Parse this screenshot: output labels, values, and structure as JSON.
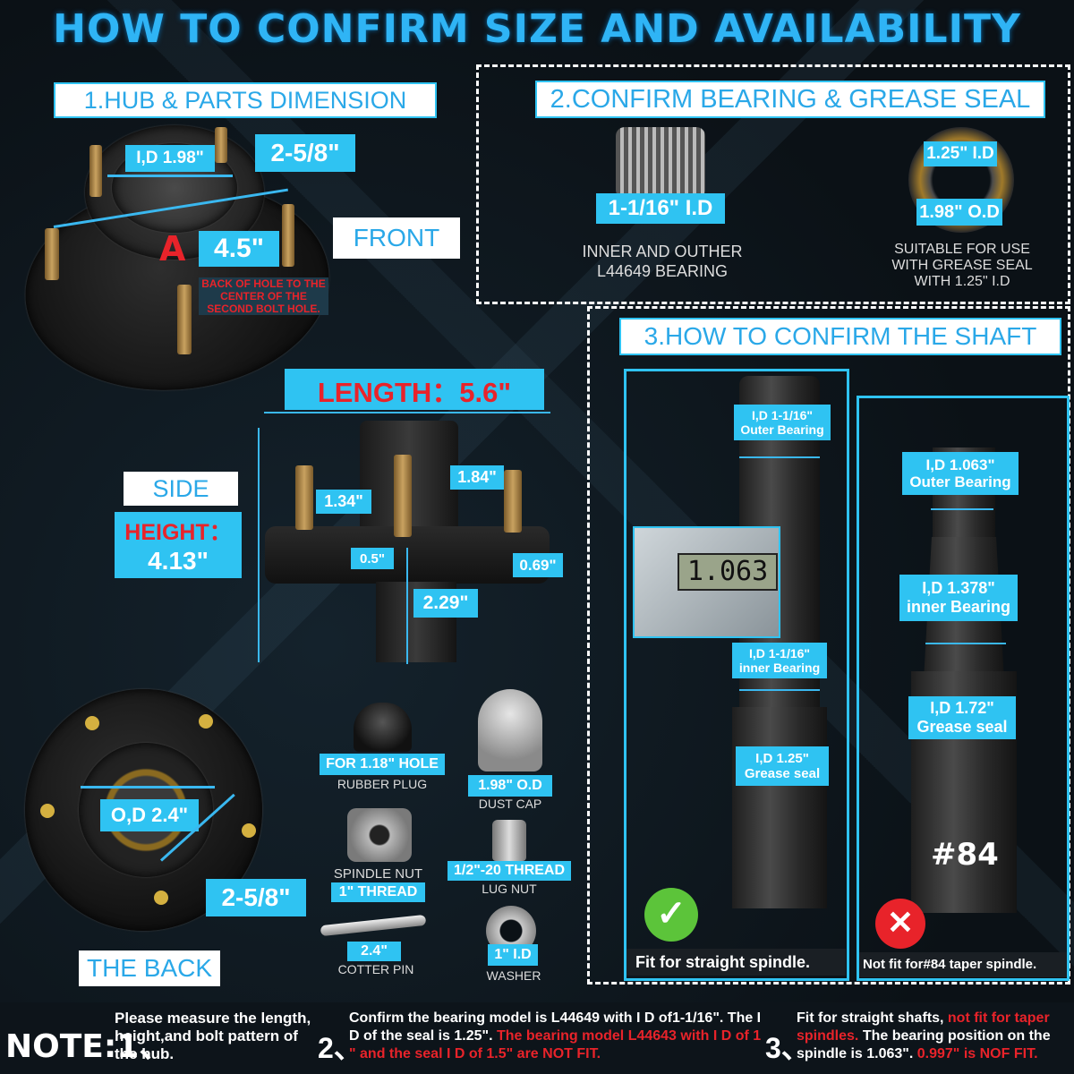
{
  "title": "HOW TO CONFIRM SIZE AND AVAILABILITY",
  "section1": {
    "heading": "1.HUB & PARTS DIMENSION",
    "id_label": "I,D 1.98\"",
    "bolt_spacing": "2-5/8\"",
    "marker": "A",
    "bolt_pattern": "4.5\"",
    "bolt_note": "BACK OF HOLE TO THE CENTER OF THE SECOND BOLT HOLE.",
    "front_label": "FRONT",
    "length_label": "LENGTH：5.6\"",
    "side_label": "SIDE",
    "height_label": "HEIGHT：",
    "height_value": "4.13\"",
    "dim_184": "1.84\"",
    "dim_134": "1.34\"",
    "dim_05": "0.5\"",
    "dim_069": "0.69\"",
    "dim_229": "2.29\"",
    "od_label": "O,D 2.4\"",
    "back_spacing": "2-5/8\"",
    "back_label": "THE BACK"
  },
  "parts": {
    "rubber_plug_size": "FOR 1.18\" HOLE",
    "rubber_plug_name": "RUBBER PLUG",
    "dust_cap_size": "1.98\" O.D",
    "dust_cap_name": "DUST CAP",
    "spindle_nut_name": "SPINDLE NUT",
    "spindle_nut_size": "1\" THREAD",
    "lug_nut_size": "1/2\"-20 THREAD",
    "lug_nut_name": "LUG NUT",
    "cotter_size": "2.4\"",
    "cotter_name": "COTTER PIN",
    "washer_size": "1\" I.D",
    "washer_name": "WASHER"
  },
  "section2": {
    "heading": "2.CONFIRM BEARING & GREASE SEAL",
    "bearing_id": "1-1/16\" I.D",
    "bearing_caption": "INNER AND OUTHER L44649 BEARING",
    "seal_id": "1.25\" I.D",
    "seal_od": "1.98\" O.D",
    "seal_caption": "SUITABLE FOR USE WITH GREASE SEAL WITH 1.25\" I.D"
  },
  "section3": {
    "heading": "3.HOW TO CONFIRM THE SHAFT",
    "left": {
      "outer": "I,D 1-1/16\" Outer Bearing",
      "caliper": "1.063",
      "inner": "I,D 1-1/16\" inner Bearing",
      "seal": "I,D 1.25\" Grease seal",
      "fit": "Fit for straight spindle."
    },
    "right": {
      "outer": "I,D 1.063\" Outer Bearing",
      "inner": "I,D 1.378\" inner Bearing",
      "seal": "I,D 1.72\" Grease seal",
      "model": "#84",
      "fit": "Not fit for#84 taper spindle."
    }
  },
  "notes": {
    "label": "NOTE:1、",
    "n1": "Please measure the length, height,and bolt pattern of the hub.",
    "n2_num": "2、",
    "n2_white": "Confirm the bearing model is L44649 with I D of1-1/16\". The I D of the seal is 1.25\".",
    "n2_red": "The bearing model L44643 with I D of 1 \" and the seal I D of 1.5\" are NOT FIT.",
    "n3_num": "3、",
    "n3_white1": "Fit for straight shafts, ",
    "n3_red1": "not fit for taper spindles.",
    "n3_white2": "The bearing position on the spindle is 1.063\".",
    "n3_red2": "0.997\" is NOF FIT."
  },
  "colors": {
    "accent": "#2fc3f2",
    "title": "#2fb4f5",
    "warn": "#e8232a",
    "check": "#5cc43a"
  }
}
